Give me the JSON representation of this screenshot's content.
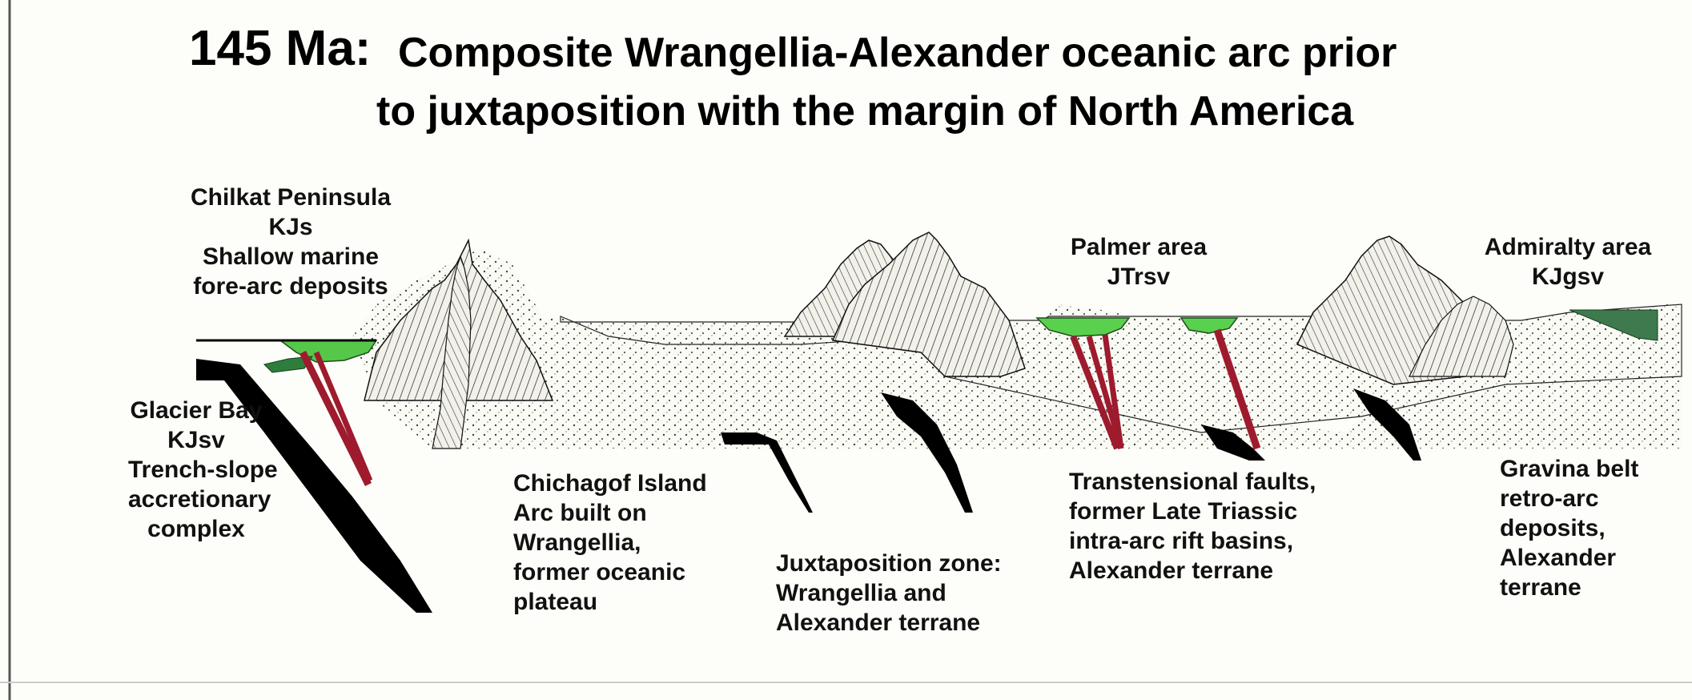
{
  "title": {
    "age": "145 Ma:",
    "line1": "Composite Wrangellia-Alexander oceanic arc prior",
    "line2": "to juxtaposition with the margin of North America"
  },
  "labels": {
    "chilkat": [
      "Chilkat Peninsula",
      "KJs",
      "Shallow marine",
      "fore-arc deposits"
    ],
    "glacier_bay": [
      "Glacier Bay",
      "KJsv",
      "Trench-slope",
      "accretionary",
      "complex"
    ],
    "chichagof": [
      "Chichagof Island",
      "Arc built on",
      "Wrangellia,",
      "former oceanic",
      "plateau"
    ],
    "juxtaposition": [
      "Juxtaposition zone:",
      "Wrangellia and",
      "Alexander terrane"
    ],
    "palmer": [
      "Palmer area",
      "JTrsv"
    ],
    "transtensional": [
      "Transtensional faults,",
      "former Late Triassic",
      "intra-arc rift basins,",
      "Alexander terrane"
    ],
    "admiralty": [
      "Admiralty area",
      "KJgsv"
    ],
    "gravina": [
      "Gravina belt",
      "retro-arc",
      "deposits,",
      "Alexander",
      "terrane"
    ]
  },
  "colors": {
    "fore_arc_green": "#55c84a",
    "dark_green": "#2e7d3c",
    "basin_green": "#59d14e",
    "admiralty_green": "#3f7a4e",
    "fault_red": "#9e1b2e",
    "slab_black": "#000000",
    "background": "#fdfdf9"
  }
}
